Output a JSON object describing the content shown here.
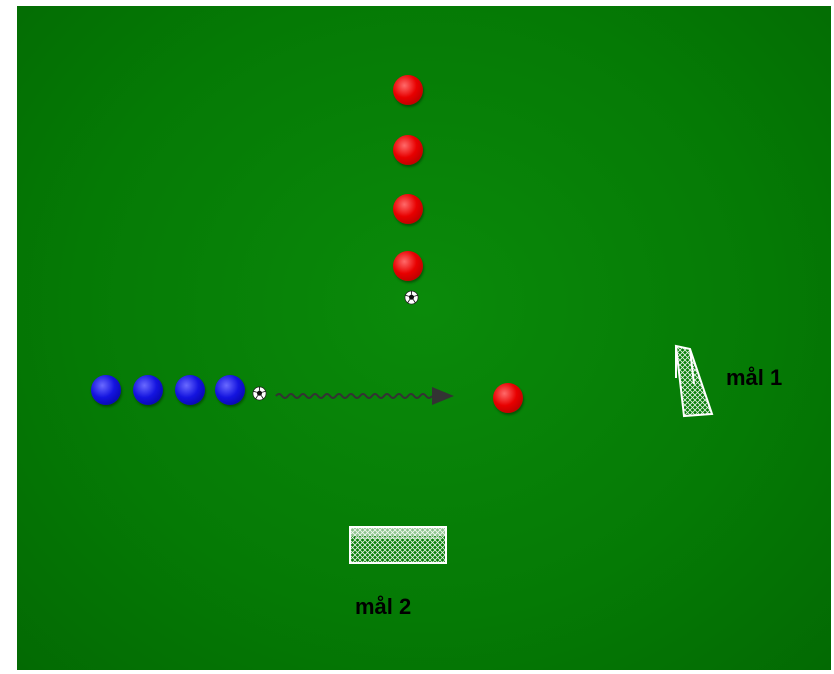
{
  "pitch": {
    "color": "#057a05"
  },
  "colors": {
    "red_team": "#e80000",
    "blue_team": "#1414e0",
    "arrow": "#333333",
    "goal": "#ffffff"
  },
  "goals": [
    {
      "label": "mål 1",
      "icon": "goal-angled-icon"
    },
    {
      "label": "mål 2",
      "icon": "goal-front-icon"
    }
  ],
  "players": {
    "red_count": 5,
    "blue_count": 4
  },
  "balls": {
    "count": 2,
    "icon": "soccer-ball-icon"
  }
}
